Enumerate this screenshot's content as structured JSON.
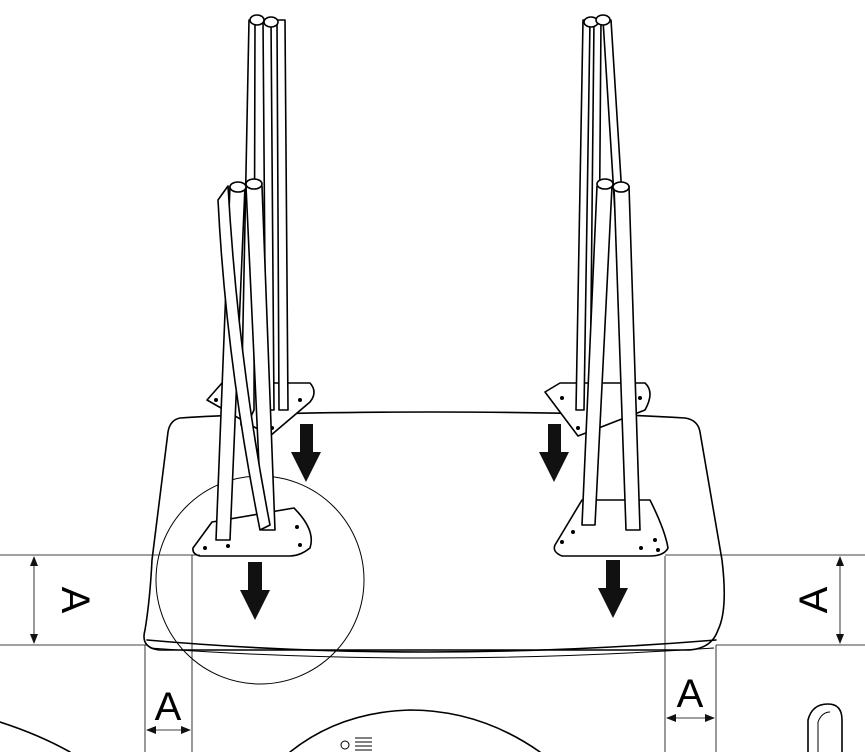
{
  "diagram": {
    "dimension_label": "A",
    "dimension_labels": [
      {
        "id": "left-vertical",
        "text": "A"
      },
      {
        "id": "right-vertical",
        "text": "A"
      },
      {
        "id": "bottom-left",
        "text": "A"
      },
      {
        "id": "bottom-right",
        "text": "A"
      }
    ],
    "arrows": [
      {
        "id": "back-left",
        "direction": "down"
      },
      {
        "id": "back-right",
        "direction": "down"
      },
      {
        "id": "front-left",
        "direction": "down"
      },
      {
        "id": "front-right",
        "direction": "down"
      }
    ],
    "line_color": "#000000",
    "background": "#ffffff"
  }
}
